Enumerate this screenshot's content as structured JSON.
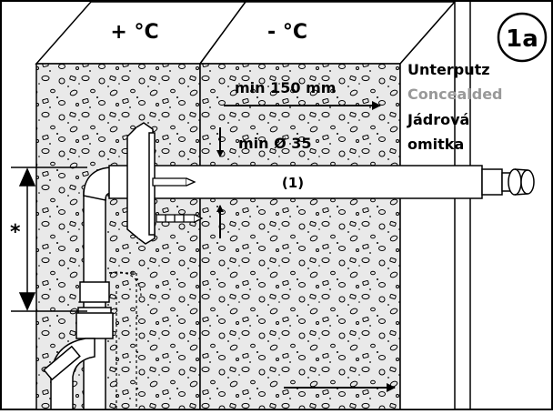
{
  "labels": {
    "warm_side": "+ °C",
    "cold_side": "- °C",
    "figure_id": "1a",
    "min_length": "min 150 mm",
    "min_diameter": "min Ø 35",
    "pipe_ref": "(1)",
    "height_marker": "*",
    "legend_de": "Unterputz",
    "legend_en": "Concealded",
    "legend_cz_1": "Jádrová",
    "legend_cz_2": "omitka"
  },
  "colors": {
    "line": "#000000",
    "wall_fill": "#e9e9e9",
    "legend_en": "#999999"
  }
}
